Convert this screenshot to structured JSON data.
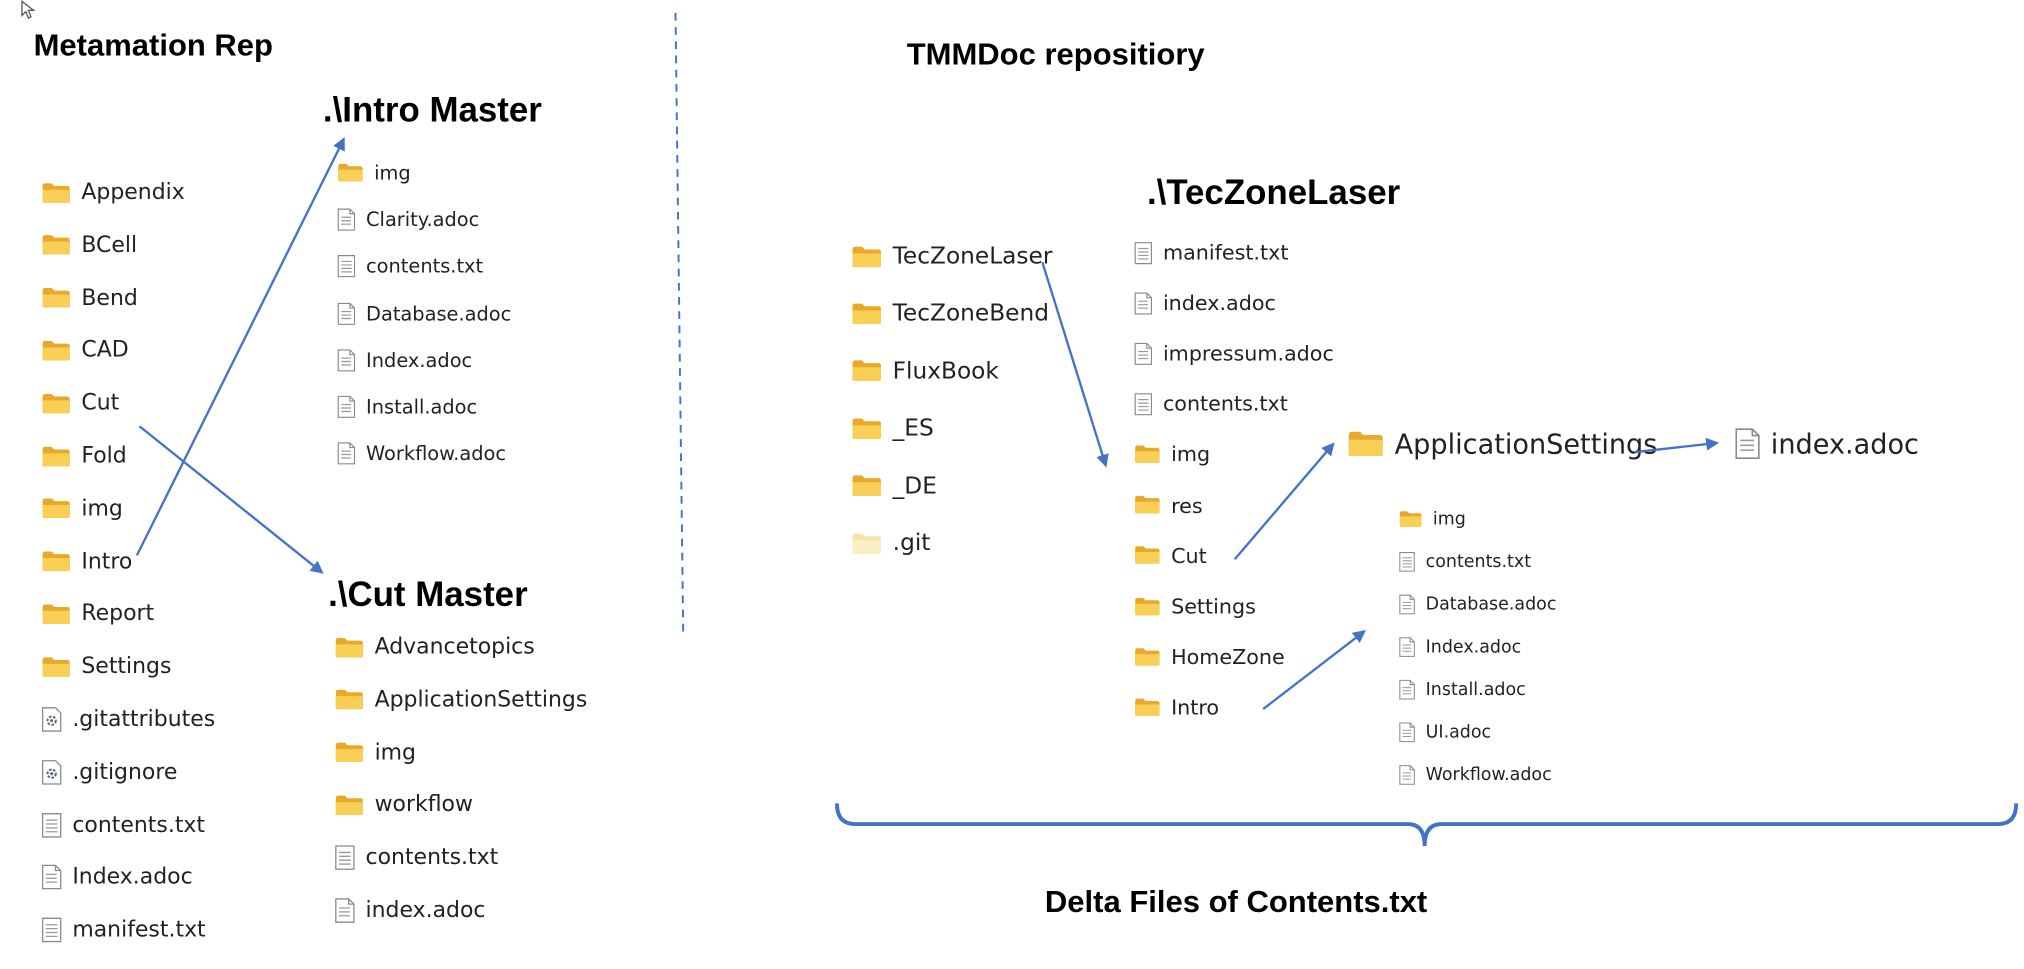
{
  "headings": {
    "metamation": "Metamation Rep",
    "tmmdoc": "TMMDoc  repositiory",
    "intro_master": ".\\Intro Master",
    "cut_master": ".\\Cut Master",
    "teczonelaser": ".\\TecZoneLaser",
    "delta": "Delta Files of Contents.txt"
  },
  "metamation_items": [
    {
      "label": "Appendix",
      "icon": "folder-icon"
    },
    {
      "label": "BCell",
      "icon": "folder-icon"
    },
    {
      "label": "Bend",
      "icon": "folder-icon"
    },
    {
      "label": "CAD",
      "icon": "folder-icon"
    },
    {
      "label": "Cut",
      "icon": "folder-icon"
    },
    {
      "label": "Fold",
      "icon": "folder-icon"
    },
    {
      "label": "img",
      "icon": "folder-icon"
    },
    {
      "label": "Intro",
      "icon": "folder-icon"
    },
    {
      "label": "Report",
      "icon": "folder-icon"
    },
    {
      "label": "Settings",
      "icon": "folder-icon"
    },
    {
      "label": ".gitattributes",
      "icon": "settings-file-icon"
    },
    {
      "label": ".gitignore",
      "icon": "settings-file-icon"
    },
    {
      "label": "contents.txt",
      "icon": "text-file-icon"
    },
    {
      "label": "Index.adoc",
      "icon": "document-icon"
    },
    {
      "label": "manifest.txt",
      "icon": "text-file-icon"
    }
  ],
  "intro_master_items": [
    {
      "label": "img",
      "icon": "folder-icon"
    },
    {
      "label": "Clarity.adoc",
      "icon": "document-icon"
    },
    {
      "label": "contents.txt",
      "icon": "text-file-icon"
    },
    {
      "label": "Database.adoc",
      "icon": "document-icon"
    },
    {
      "label": "Index.adoc",
      "icon": "document-icon"
    },
    {
      "label": "Install.adoc",
      "icon": "document-icon"
    },
    {
      "label": "Workflow.adoc",
      "icon": "document-icon"
    }
  ],
  "cut_master_items": [
    {
      "label": "Advancetopics",
      "icon": "folder-icon"
    },
    {
      "label": "ApplicationSettings",
      "icon": "folder-icon"
    },
    {
      "label": "img",
      "icon": "folder-icon"
    },
    {
      "label": "workflow",
      "icon": "folder-icon"
    },
    {
      "label": "contents.txt",
      "icon": "text-file-icon"
    },
    {
      "label": "index.adoc",
      "icon": "document-icon"
    }
  ],
  "tmmdoc_items": [
    {
      "label": "TecZoneLaser",
      "icon": "folder-icon"
    },
    {
      "label": "TecZoneBend",
      "icon": "folder-icon"
    },
    {
      "label": "FluxBook",
      "icon": "folder-icon"
    },
    {
      "label": "_ES",
      "icon": "folder-icon"
    },
    {
      "label": "_DE",
      "icon": "folder-icon"
    },
    {
      "label": ".git",
      "icon": "hidden-folder-icon"
    }
  ],
  "teczonelaser_items": [
    {
      "label": "manifest.txt",
      "icon": "text-file-icon"
    },
    {
      "label": "index.adoc",
      "icon": "document-icon"
    },
    {
      "label": "impressum.adoc",
      "icon": "document-icon"
    },
    {
      "label": "contents.txt",
      "icon": "text-file-icon"
    },
    {
      "label": "img",
      "icon": "folder-icon"
    },
    {
      "label": "res",
      "icon": "folder-icon"
    },
    {
      "label": "Cut",
      "icon": "folder-icon"
    },
    {
      "label": "Settings",
      "icon": "folder-icon"
    },
    {
      "label": "HomeZone",
      "icon": "folder-icon"
    },
    {
      "label": "Intro",
      "icon": "folder-icon"
    }
  ],
  "application_settings": {
    "label": "ApplicationSettings",
    "icon": "folder-icon"
  },
  "index_adoc_large": {
    "label": "index.adoc",
    "icon": "document-icon"
  },
  "sub_items": [
    {
      "label": "img",
      "icon": "folder-icon"
    },
    {
      "label": "contents.txt",
      "icon": "text-file-icon"
    },
    {
      "label": "Database.adoc",
      "icon": "document-icon"
    },
    {
      "label": "Index.adoc",
      "icon": "document-icon"
    },
    {
      "label": "Install.adoc",
      "icon": "document-icon"
    },
    {
      "label": "UI.adoc",
      "icon": "document-icon"
    },
    {
      "label": "Workflow.adoc",
      "icon": "document-icon"
    }
  ],
  "colors": {
    "arrow": "#4472c4",
    "folder": "#f5c23a",
    "folder_tab": "#e8a92b",
    "divider": "#4472c4"
  }
}
